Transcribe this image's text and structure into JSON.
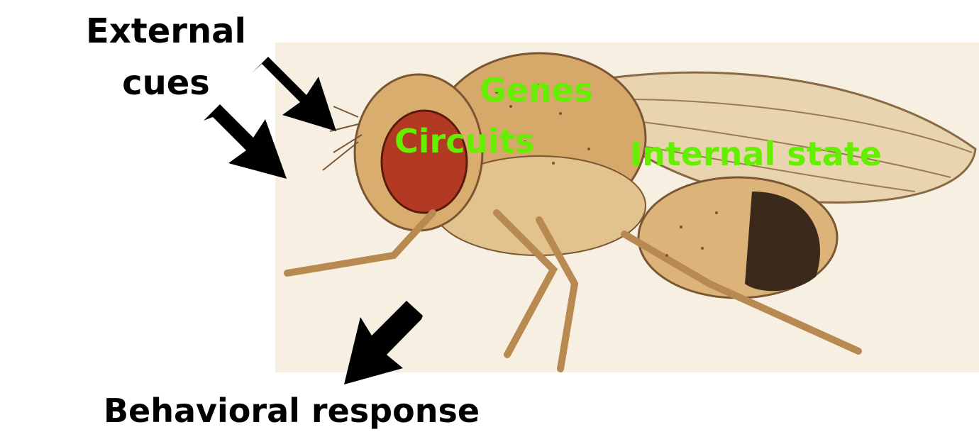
{
  "labels": {
    "external_cues_line1": "External",
    "external_cues_line2": "cues",
    "behavioral_response": "Behavioral response",
    "genes": "Genes",
    "circuits": "Circuits",
    "internal_state": "Internal state"
  },
  "colors": {
    "green_label": "#66ee00",
    "black_label": "#000000",
    "arrow": "#000000",
    "eye": "#b23a22",
    "body": "#d8ae72",
    "abdomen_dark": "#3b2a1c",
    "wing": "#e7d3ac"
  },
  "icons": {
    "arrow_in_1": "arrow-icon",
    "arrow_in_2": "arrow-icon",
    "arrow_out": "arrow-icon",
    "illustration": "fruit-fly-illustration"
  }
}
